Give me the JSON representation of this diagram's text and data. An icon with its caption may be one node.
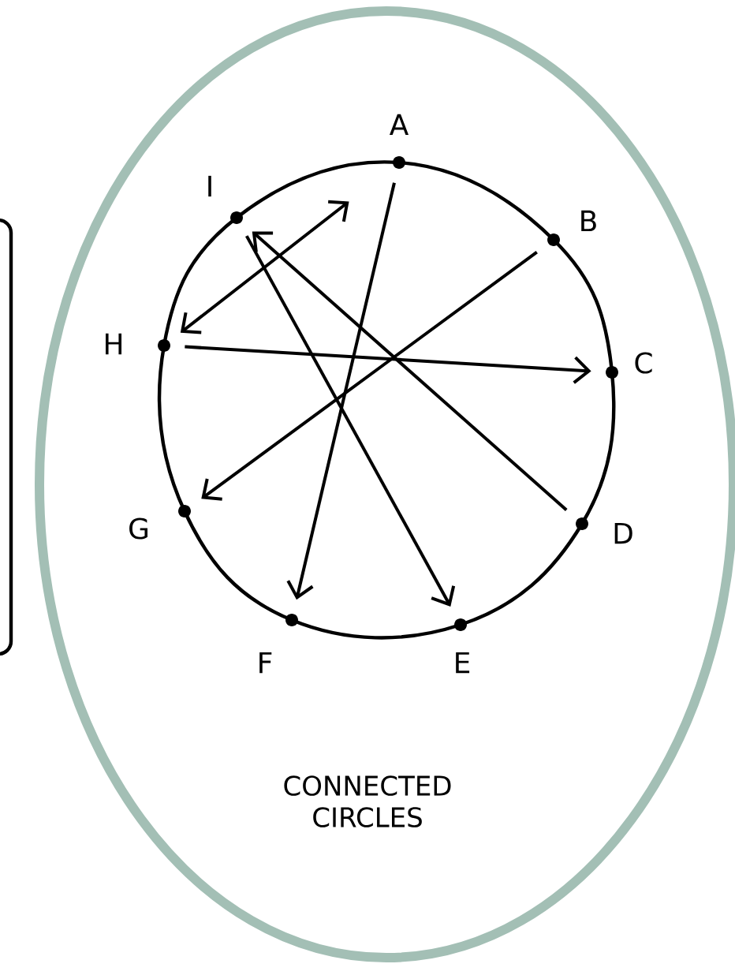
{
  "diagram": {
    "nodes": [
      {
        "text": [],
        "shape": "box"
      },
      {
        "text": [
          "CONNECTED CIRCLES"
        ]
      },
      {
        "text": [
          "A"
        ],
        "in": 1
      },
      {
        "text": [
          "B"
        ],
        "in": 1
      },
      {
        "text": [
          "C"
        ],
        "in": 1
      },
      {
        "text": [
          "D"
        ],
        "in": 1
      },
      {
        "text": [
          "E"
        ],
        "in": 1
      },
      {
        "text": [
          "F"
        ],
        "in": 1
      },
      {
        "text": [
          "G"
        ],
        "in": 1
      },
      {
        "text": [
          "H"
        ],
        "in": 1
      },
      {
        "text": [
          "I"
        ],
        "in": 1
      }
    ],
    "edges": [
      {
        "from": 9,
        "to": 2,
        "arrow": "both"
      },
      {
        "from": 9,
        "to": 4,
        "arrow": "to"
      },
      {
        "from": 2,
        "to": 7,
        "arrow": "to"
      },
      {
        "from": 10,
        "to": 6,
        "arrow": "to"
      },
      {
        "from": 5,
        "to": 10,
        "arrow": "to"
      },
      {
        "from": 3,
        "to": 8,
        "arrow": "to"
      }
    ]
  }
}
